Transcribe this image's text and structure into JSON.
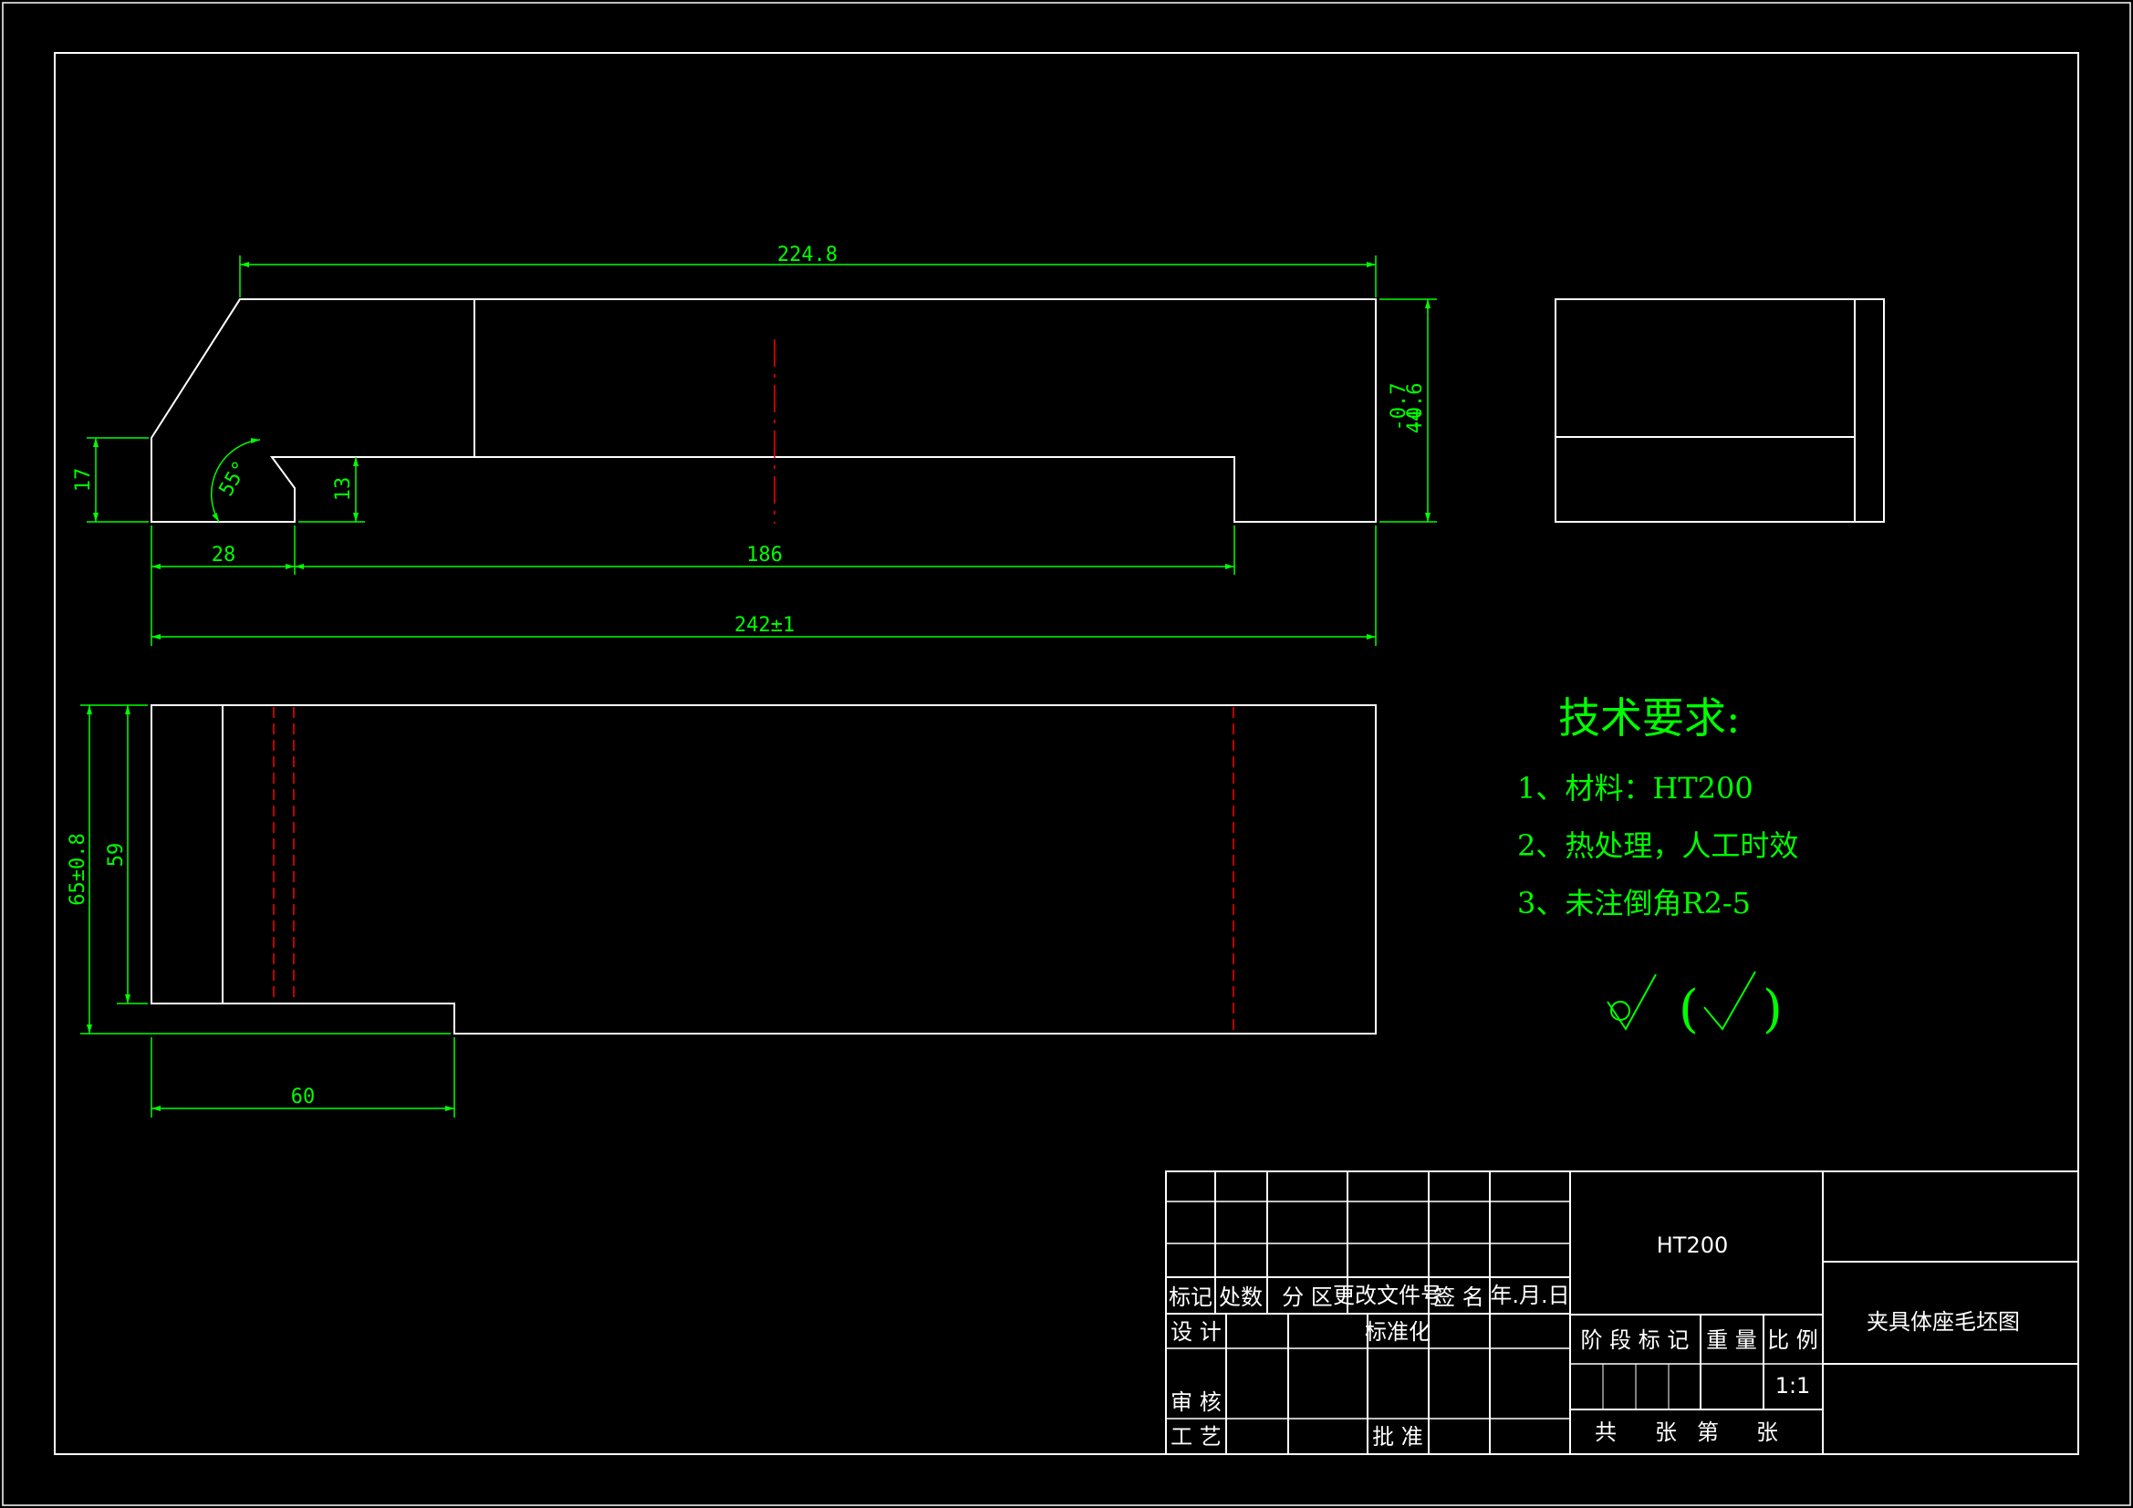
{
  "colors": {
    "background": "#000000",
    "outline": "#ffffff",
    "dimension": "#00ff00",
    "centerline": "#ff0000"
  },
  "dimensions": {
    "top_length": "224.8",
    "total_length": "242±1",
    "left_step": "28",
    "bottom_length": "186",
    "left_height": "17",
    "slot_height": "13",
    "angle": "55°",
    "height_main": "44",
    "tol_upper": "-0.7",
    "tol_lower": "-0.6",
    "width_total": "65±0.8",
    "width_inner": "59",
    "foot_length": "60"
  },
  "technical_requirements": {
    "title": "技术要求:",
    "items": [
      "1、材料：HT200",
      "2、热处理，人工时效",
      "3、未注倒角R2-5"
    ]
  },
  "surface_symbol": {
    "bracket_open": "(",
    "bracket_close": ")"
  },
  "title_block": {
    "material": "HT200",
    "drawing_title": "夹具体座毛坯图",
    "scale": "1:1",
    "labels": {
      "mark": "标记",
      "count": "处数",
      "zone": "分 区",
      "doc_no": "更改文件号",
      "signature": "签 名",
      "date": "年.月.日",
      "design": "设 计",
      "standardize": "标准化",
      "stage_mark": "阶 段 标 记",
      "weight": "重 量",
      "ratio": "比 例",
      "review": "审 核",
      "process": "工 艺",
      "approve": "批 准",
      "total": "共",
      "sheets": "张",
      "sheet_no": "第",
      "sheet": "张"
    }
  }
}
